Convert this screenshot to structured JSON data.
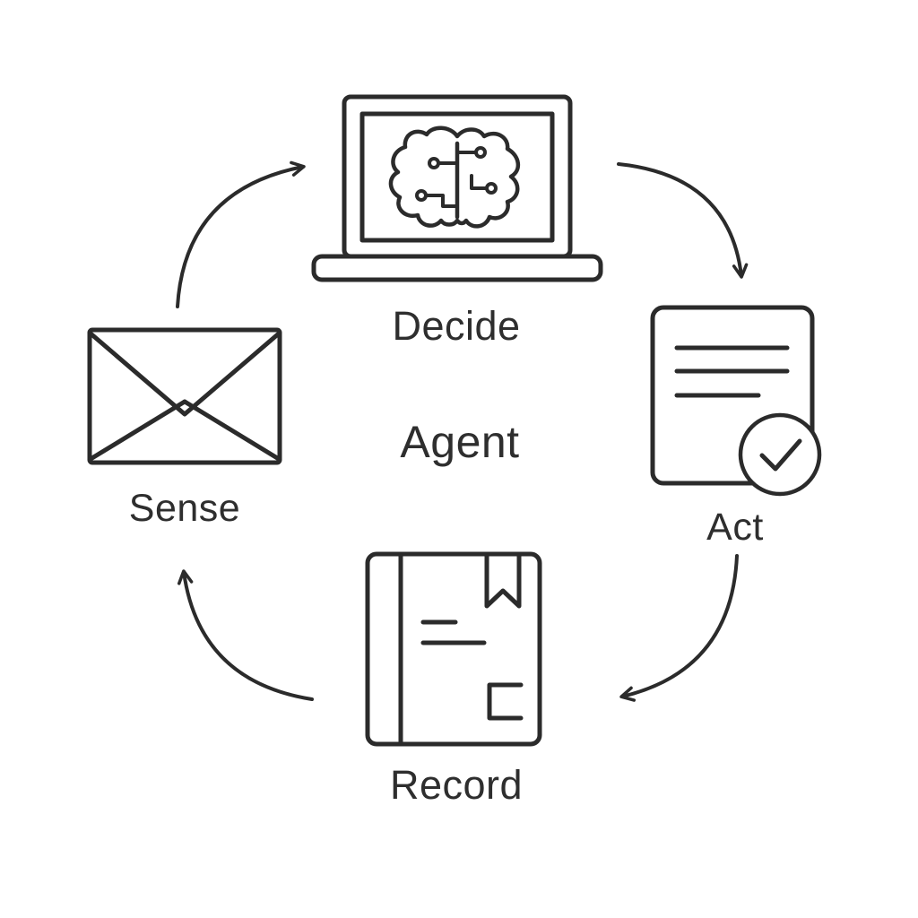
{
  "diagram": {
    "center_label": "Agent",
    "nodes": [
      {
        "id": "decide",
        "label": "Decide",
        "icon": "laptop-brain-icon",
        "position": "top"
      },
      {
        "id": "act",
        "label": "Act",
        "icon": "document-check-icon",
        "position": "right"
      },
      {
        "id": "record",
        "label": "Record",
        "icon": "notebook-icon",
        "position": "bottom"
      },
      {
        "id": "sense",
        "label": "Sense",
        "icon": "envelope-icon",
        "position": "left"
      }
    ],
    "arrows": [
      {
        "from": "sense",
        "to": "decide"
      },
      {
        "from": "decide",
        "to": "act"
      },
      {
        "from": "act",
        "to": "record"
      },
      {
        "from": "record",
        "to": "sense"
      }
    ],
    "colors": {
      "stroke": "#2b2b2b",
      "text": "#2e2e2e",
      "background": "#ffffff"
    }
  }
}
